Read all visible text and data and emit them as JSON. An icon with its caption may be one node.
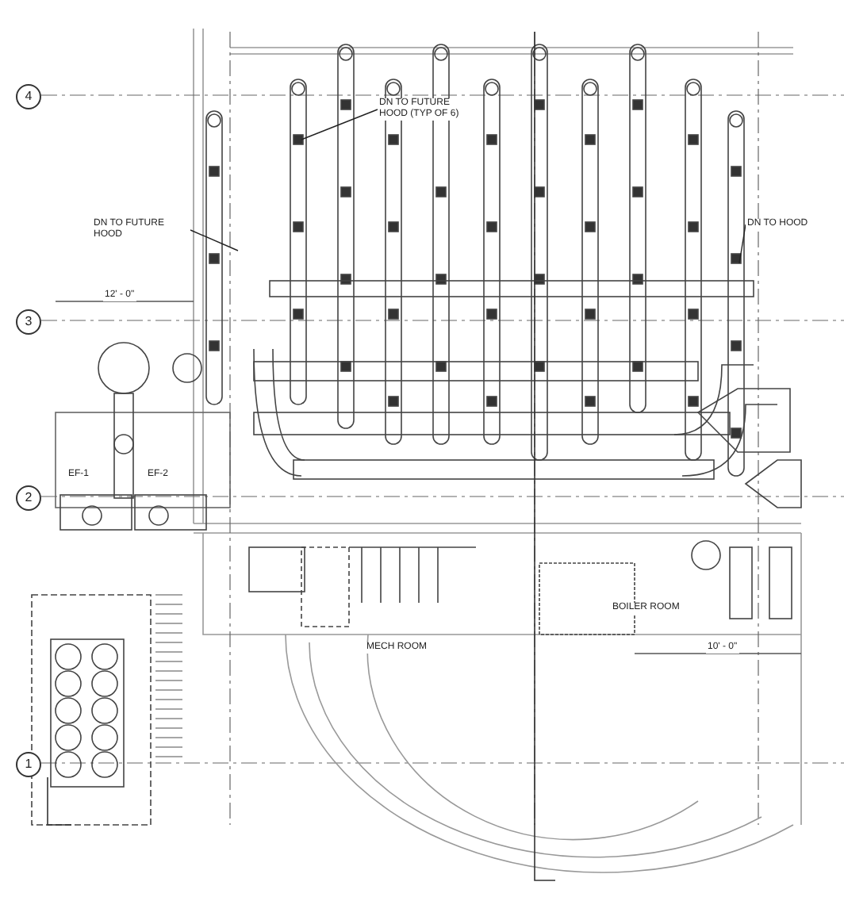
{
  "diagram": {
    "nodes": [
      {
        "text": [
          "4"
        ]
      },
      {
        "text": [
          "3"
        ]
      },
      {
        "text": [
          "2"
        ]
      },
      {
        "text": [
          "1"
        ]
      },
      {
        "text": [
          "DN TO FUTURE HOOD (TYP OF 6)"
        ]
      },
      {
        "text": [
          "DN TO FUTURE HOOD"
        ]
      },
      {
        "text": [
          "DN TO HOOD"
        ]
      }
    ],
    "edges": [
      {
        "from": 4,
        "to": null,
        "arrow": "none"
      },
      {
        "from": 5,
        "to": null,
        "arrow": "none"
      },
      {
        "from": 6,
        "to": null,
        "arrow": "none"
      }
    ],
    "labels": [
      "12' - 0\"",
      "EF-1",
      "EF-2",
      "MECH ROOM",
      "BOILER ROOM",
      "10' - 0\""
    ]
  }
}
